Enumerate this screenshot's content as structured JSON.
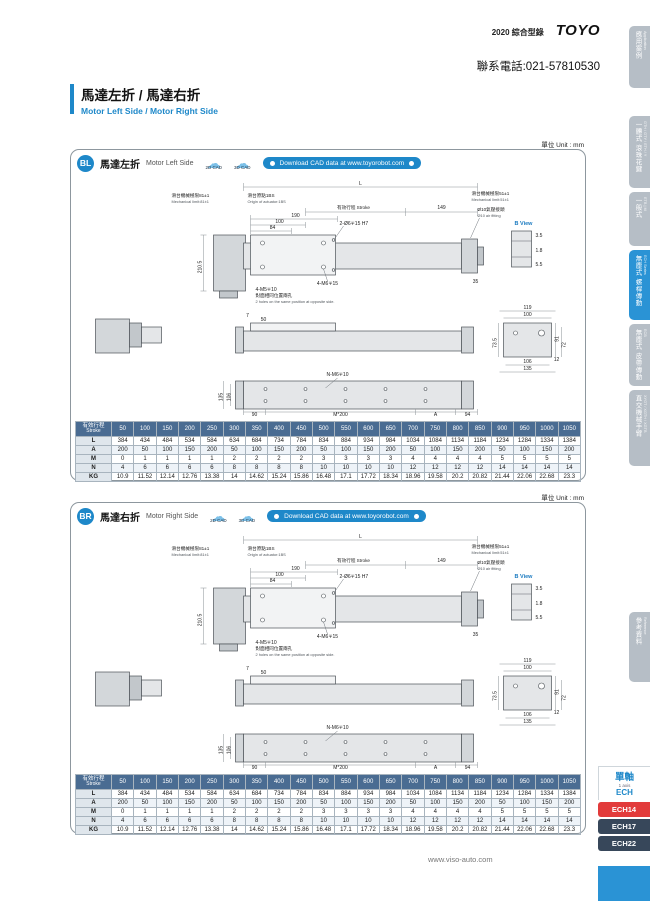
{
  "page": {
    "catalog": "2020 綜合型錄",
    "logo": "TOYO",
    "phone": "聯系電話:021-57810530",
    "title_cn": "馬達左折 / 馬達右折",
    "title_en": "Motor Left Side / Motor Right Side",
    "unit": "單位 Unit : mm",
    "footer_url": "www.viso-auto.com"
  },
  "cad": {
    "cad2d": "2D CAD",
    "cad3d": "3D CAD",
    "download": "Download CAD data at www.toyorobot.com"
  },
  "sidebar": {
    "tabs": [
      {
        "cn": "應用案例",
        "en": "Application"
      },
      {
        "cn": "一體式 滾珠花鍵",
        "en": "GTH / GTY / ETH / Y"
      },
      {
        "cn": "一般式",
        "en": "ETB | M"
      },
      {
        "cn": "無塵式 螺桿傳動",
        "en": "ECH Series",
        "active": true
      },
      {
        "cn": "無塵式 皮帶傳動",
        "en": "ECB"
      },
      {
        "cn": "直交機械手臂",
        "en": "XYGT / XGTH / XGTB"
      },
      {
        "cn": "參考資料",
        "en": "Reference"
      }
    ]
  },
  "series_tabs": {
    "axis_cn": "單軸",
    "axis_en": "1 axis",
    "axis_series": "ECH",
    "items": [
      "ECH14",
      "ECH17",
      "ECH22"
    ]
  },
  "bl": {
    "badge": "BL",
    "title_cn": "馬達左折",
    "title_en": "Motor Left Side",
    "labels": {
      "L": "L",
      "stroke": "有效行程 Stroke",
      "d149": "149",
      "origin_cn": "滑台原點1BS",
      "origin_en": "Origin of actuator:1BS",
      "limit81_cn": "滑台機械極限81±1",
      "limit81_en": "Mechanical limit:81±1",
      "limit51_cn": "滑台機械極限51±1",
      "limit51_en": "Mechanical limit:51±1",
      "d190": "190",
      "d100": "100",
      "d84": "84",
      "holes6": "2-Ø6∓15 H7",
      "air_cn": "Ø10氣壓接頭",
      "air_en": "Ø10 air fitting",
      "bview": "B View",
      "d35s": "3.5",
      "d18": "1.8",
      "d55": "5.5",
      "d2105": "210.5",
      "m615": "4-M6∓15",
      "d35": "35",
      "m510": "4-M5∓10",
      "opp_cn": "對面相同位置兩孔",
      "opp_en": "2 holes on the same position at opposite side.",
      "d7": "7",
      "d50": "50",
      "d119": "119",
      "d100b": "100",
      "d735": "73.5",
      "d91": "91",
      "d72": "72",
      "d12": "12",
      "d106": "106",
      "d135": "135",
      "nm6": "N-M6∓10",
      "d135v": "135",
      "d106v": "106",
      "d90": "90",
      "m200": "M*200",
      "dA": "A",
      "d94": "94"
    }
  },
  "br": {
    "badge": "BR",
    "title_cn": "馬達右折",
    "title_en": "Motor Right Side",
    "labels": {
      "L": "L",
      "stroke": "有效行程 Stroke",
      "d149": "149",
      "origin_cn": "滑台原點1BS",
      "origin_en": "Origin of actuator:1BS",
      "limit81_cn": "滑台機械極限81±1",
      "limit81_en": "Mechanical limit:81±1",
      "limit51_cn": "滑台機械極限51±1",
      "limit51_en": "Mechanical limit:51±1",
      "d190": "190",
      "d100": "100",
      "d84": "84",
      "holes6": "2-Ø6∓15 H7",
      "air_cn": "Ø10氣壓接頭",
      "air_en": "Ø10 air fitting",
      "bview": "B View",
      "d35s": "3.5",
      "d18": "1.8",
      "d55": "5.5",
      "d2105": "210.5",
      "m615": "4-M6∓15",
      "d35": "35",
      "m510": "4-M5∓10",
      "opp_cn": "對面相同位置兩孔",
      "opp_en": "2 holes on the same position at opposite side.",
      "d7": "7",
      "d50": "50",
      "d119": "119",
      "d100b": "100",
      "d735": "73.5",
      "d91": "91",
      "d72": "72",
      "d12": "12",
      "d106": "106",
      "d135": "135",
      "nm6": "N-M6∓10",
      "d135v": "135",
      "d106v": "106",
      "d90": "90",
      "m200": "M*200",
      "dA": "A",
      "d94": "94"
    }
  },
  "stroke_table": {
    "header": "有效行程",
    "header_en": "Stroke",
    "strokes": [
      "50",
      "100",
      "150",
      "200",
      "250",
      "300",
      "350",
      "400",
      "450",
      "500",
      "550",
      "600",
      "650",
      "700",
      "750",
      "800",
      "850",
      "900",
      "950",
      "1000",
      "1050"
    ],
    "rows": [
      {
        "label": "L",
        "values": [
          "384",
          "434",
          "484",
          "534",
          "584",
          "634",
          "684",
          "734",
          "784",
          "834",
          "884",
          "934",
          "984",
          "1034",
          "1084",
          "1134",
          "1184",
          "1234",
          "1284",
          "1334",
          "1384"
        ]
      },
      {
        "label": "A",
        "values": [
          "200",
          "50",
          "100",
          "150",
          "200",
          "50",
          "100",
          "150",
          "200",
          "50",
          "100",
          "150",
          "200",
          "50",
          "100",
          "150",
          "200",
          "50",
          "100",
          "150",
          "200"
        ]
      },
      {
        "label": "M",
        "values": [
          "0",
          "1",
          "1",
          "1",
          "1",
          "2",
          "2",
          "2",
          "2",
          "3",
          "3",
          "3",
          "3",
          "4",
          "4",
          "4",
          "4",
          "5",
          "5",
          "5",
          "5"
        ]
      },
      {
        "label": "N",
        "values": [
          "4",
          "6",
          "6",
          "6",
          "6",
          "8",
          "8",
          "8",
          "8",
          "10",
          "10",
          "10",
          "10",
          "12",
          "12",
          "12",
          "12",
          "14",
          "14",
          "14",
          "14"
        ]
      },
      {
        "label": "KG",
        "values": [
          "10.9",
          "11.52",
          "12.14",
          "12.76",
          "13.38",
          "14",
          "14.62",
          "15.24",
          "15.86",
          "16.48",
          "17.1",
          "17.72",
          "18.34",
          "18.96",
          "19.58",
          "20.2",
          "20.82",
          "21.44",
          "22.06",
          "22.68",
          "23.3"
        ]
      }
    ]
  }
}
